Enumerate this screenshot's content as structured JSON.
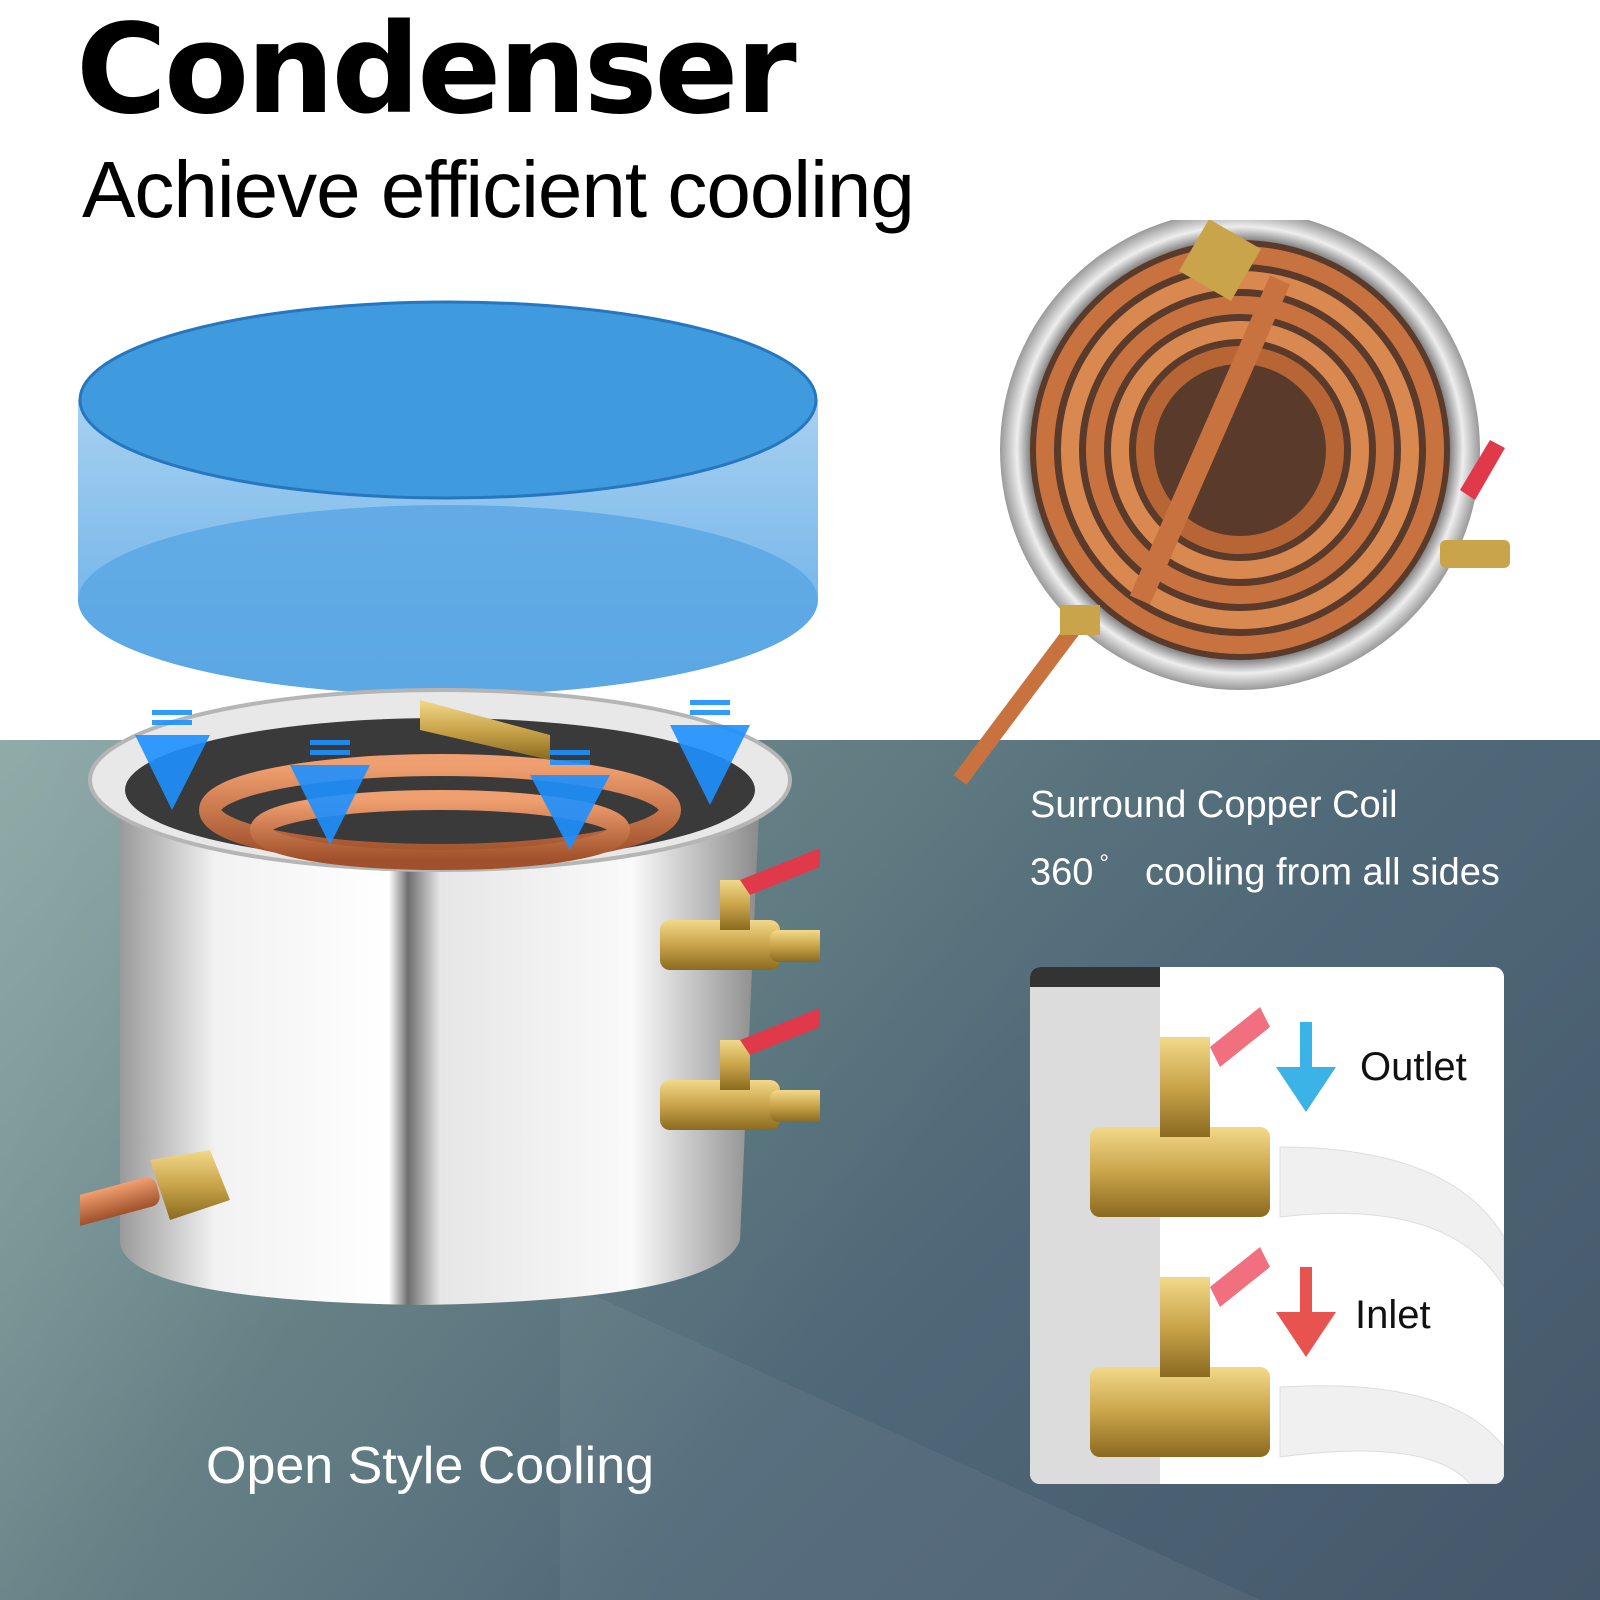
{
  "header": {
    "title": "Condenser",
    "subtitle": "Achieve efficient cooling"
  },
  "main_illustration": {
    "caption": "Open Style Cooling",
    "flow_arrow_count": 4,
    "flow_arrow_color": "#1e90ff",
    "water_color": "#3d9be0"
  },
  "coil_view": {
    "caption_line1": "Surround Copper Coil",
    "caption_line2_number": "360",
    "caption_line2_degree": "°",
    "caption_line2_rest": "cooling from all sides"
  },
  "valve_inset": {
    "outlet_label": "Outlet",
    "outlet_arrow_color": "#3bb3e6",
    "inlet_label": "Inlet",
    "inlet_arrow_color": "#e8524f"
  },
  "colors": {
    "background_top": "#ffffff",
    "background_bottom": "#4f6878",
    "copper": "#c8733f",
    "brass": "#c9a44a",
    "valve_handle": "#e03a4a",
    "steel": "#d8d8d8"
  }
}
